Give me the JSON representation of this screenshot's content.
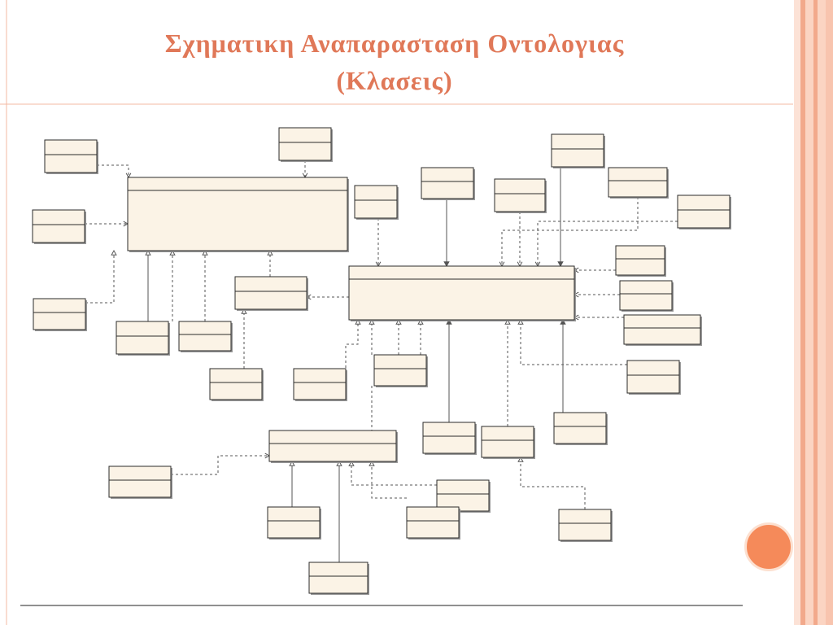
{
  "slide": {
    "title_line1": "Σχηματικη Αναπαρασταση Οντολογιας",
    "title_line2": "(Κλασεις)"
  },
  "colors": {
    "title": "#e07858",
    "box_fill": "#fbf3e6",
    "box_stroke": "#2b2b2b",
    "connector": "#555555",
    "stripe_light": "#fbd4c2",
    "stripe_dark": "#f2a98b",
    "accent_dot": "#f58a5a"
  },
  "diagram": {
    "boxes": [
      {
        "id": "b1",
        "label": ""
      },
      {
        "id": "b2",
        "label": ""
      },
      {
        "id": "b3",
        "label": ""
      },
      {
        "id": "b4",
        "label": ""
      },
      {
        "id": "b5",
        "label": ""
      },
      {
        "id": "b6",
        "label": ""
      },
      {
        "id": "b7",
        "label": ""
      },
      {
        "id": "b8",
        "label": ""
      },
      {
        "id": "b9",
        "label": ""
      },
      {
        "id": "b10",
        "label": ""
      },
      {
        "id": "b11",
        "label": ""
      },
      {
        "id": "b12",
        "label": ""
      },
      {
        "id": "b13",
        "label": ""
      },
      {
        "id": "b14",
        "label": ""
      },
      {
        "id": "b15",
        "label": ""
      },
      {
        "id": "b16",
        "label": ""
      },
      {
        "id": "b17",
        "label": ""
      },
      {
        "id": "b18",
        "label": ""
      },
      {
        "id": "b19",
        "label": ""
      },
      {
        "id": "b20",
        "label": ""
      },
      {
        "id": "b21",
        "label": ""
      },
      {
        "id": "b22",
        "label": ""
      },
      {
        "id": "b23",
        "label": ""
      },
      {
        "id": "b24",
        "label": ""
      },
      {
        "id": "b25",
        "label": ""
      },
      {
        "id": "b26",
        "label": ""
      },
      {
        "id": "b27",
        "label": ""
      },
      {
        "id": "b28",
        "label": ""
      },
      {
        "id": "b29",
        "label": ""
      },
      {
        "id": "b30",
        "label": ""
      },
      {
        "id": "b31",
        "label": ""
      },
      {
        "id": "b32",
        "label": ""
      },
      {
        "id": "b33",
        "label": ""
      },
      {
        "id": "b34",
        "label": ""
      },
      {
        "id": "b35",
        "label": ""
      }
    ]
  }
}
